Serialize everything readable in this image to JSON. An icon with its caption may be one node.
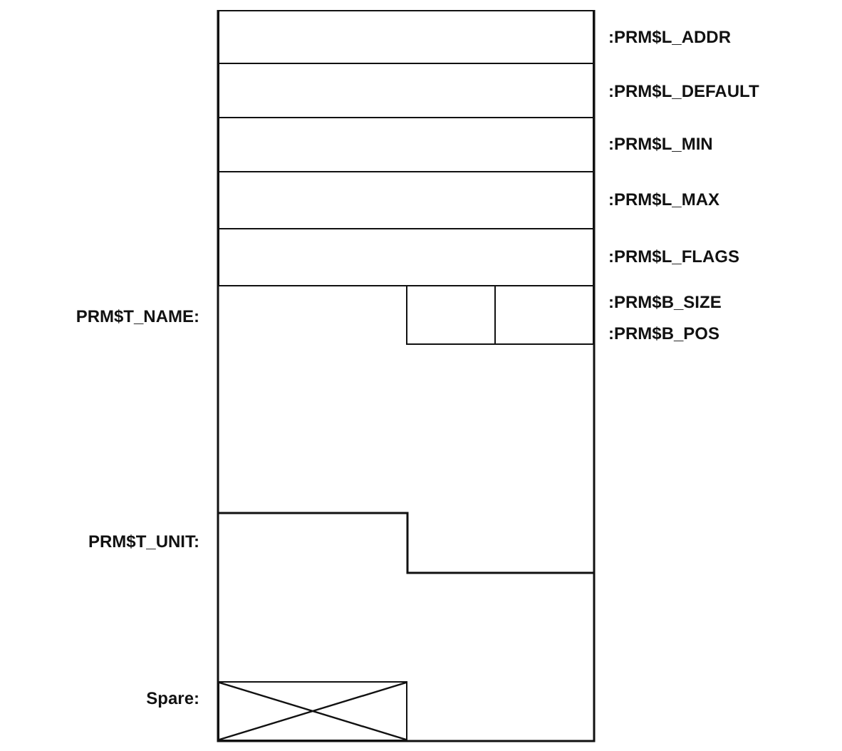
{
  "diagram": {
    "nodes": [
      {
        "text": [],
        "shape": "box",
        "beside": [
          ":PRM$L_ADDR"
        ]
      },
      {
        "text": [],
        "shape": "box",
        "beside": [
          ":PRM$L_DEFAULT"
        ]
      },
      {
        "text": [],
        "shape": "box",
        "beside": [
          ":PRM$L_MIN"
        ]
      },
      {
        "text": [],
        "shape": "box",
        "beside": [
          ":PRM$L_MAX"
        ]
      },
      {
        "text": [],
        "shape": "box",
        "beside": [
          ":PRM$L_FLAGS"
        ]
      },
      {
        "text": [],
        "shape": "box"
      },
      {
        "text": [],
        "shape": "box",
        "beside": [
          ":PRM$B_SIZE"
        ]
      },
      {
        "text": [],
        "shape": "box",
        "beside": [
          "Spare:"
        ]
      }
    ],
    "labels": [
      "PRM$T_NAME:",
      ":PRM$B_POS",
      "PRM$T_UNIT:"
    ]
  }
}
